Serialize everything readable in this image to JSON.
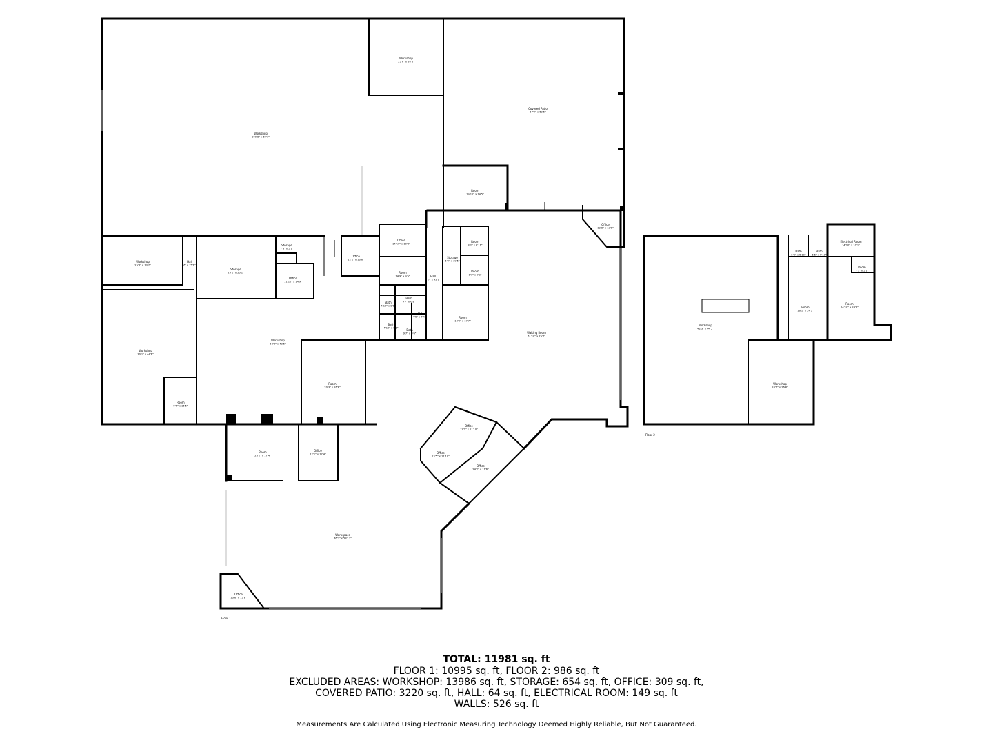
{
  "floors": [
    {
      "label": "Floor 1",
      "rooms": [
        {
          "id": "workshop-large",
          "name": "Workshop",
          "dims": "109'8\" x 69'7\""
        },
        {
          "id": "workshop-top",
          "name": "Workshop",
          "dims": "23'6\" x 24'8\""
        },
        {
          "id": "covered-patio",
          "name": "Covered Patio",
          "dims": "57'9\" x 62'5\""
        },
        {
          "id": "room-patio",
          "name": "Room",
          "dims": "19'11\" x 14'5\""
        },
        {
          "id": "office-ne",
          "name": "Office",
          "dims": "12'8\" x 13'8\""
        },
        {
          "id": "workshop-w",
          "name": "Workshop",
          "dims": "25'8\" x 13'7\""
        },
        {
          "id": "hall-w",
          "name": "Hall",
          "dims": "6' x 15'1\""
        },
        {
          "id": "storage-w",
          "name": "Storage",
          "dims": "25'1\" x 20'1\""
        },
        {
          "id": "storage-small",
          "name": "Storage",
          "dims": "7'3\" x 5'1\""
        },
        {
          "id": "office-w",
          "name": "Office",
          "dims": "11'10\" x 14'9\""
        },
        {
          "id": "office-c1",
          "name": "Office",
          "dims": "12'1\" x 13'6\""
        },
        {
          "id": "office-c2",
          "name": "Office",
          "dims": "14'10\" x 10'3\""
        },
        {
          "id": "room-c",
          "name": "Room",
          "dims": "14'9\" x 9'5\""
        },
        {
          "id": "hall-c",
          "name": "Hall",
          "dims": "7'7\" x 42'1\""
        },
        {
          "id": "storage-c",
          "name": "Storage",
          "dims": "5'9\" x 19'5\""
        },
        {
          "id": "room-s1",
          "name": "Room",
          "dims": "8'2\" x 8'11\""
        },
        {
          "id": "room-s2",
          "name": "Room",
          "dims": "8'1\" x 9'3\""
        },
        {
          "id": "bath-1",
          "name": "Bath",
          "dims": "4'10\" x 8'1\""
        },
        {
          "id": "bath-2",
          "name": "Bath",
          "dims": "9'7\" x 6'8\""
        },
        {
          "id": "bath-3",
          "name": "Bath",
          "dims": "4'10\" x 8'8\""
        },
        {
          "id": "bath-4",
          "name": "Bath",
          "dims": "9'7\" x 6'6\""
        },
        {
          "id": "hall-small",
          "name": "Hall",
          "dims": "4'6\" x 7'4\""
        },
        {
          "id": "room-mid",
          "name": "Room",
          "dims": "14'2\" x 17'7\""
        },
        {
          "id": "waiting-room",
          "name": "Waiting Room",
          "dims": "61'10\" x 75'7\""
        },
        {
          "id": "workshop-sw",
          "name": "Workshop",
          "dims": "30'1\" x 44'6\""
        },
        {
          "id": "workshop-c",
          "name": "Workshop",
          "dims": "58'8\" x 43'5\""
        },
        {
          "id": "room-sw",
          "name": "Room",
          "dims": "9'6\" x 15'5\""
        },
        {
          "id": "room-center",
          "name": "Room",
          "dims": "20'3\" x 26'8\""
        },
        {
          "id": "room-lower",
          "name": "Room",
          "dims": "23'2\" x 17'4\""
        },
        {
          "id": "office-lower",
          "name": "Office",
          "dims": "12'1\" x 17'4\""
        },
        {
          "id": "office-diag1",
          "name": "Office",
          "dims": "12'9\" x 11'10\""
        },
        {
          "id": "office-diag2",
          "name": "Office",
          "dims": "13'5\" x 11'10\""
        },
        {
          "id": "office-diag3",
          "name": "Office",
          "dims": "24'2\" x 11'6\""
        },
        {
          "id": "workspace",
          "name": "Workspace",
          "dims": "76'3\" x 58'11\""
        },
        {
          "id": "office-sw",
          "name": "Office",
          "dims": "13'6\" x 13'8\""
        }
      ]
    },
    {
      "label": "Floor 2",
      "rooms": [
        {
          "id": "f2-workshop",
          "name": "Workshop",
          "dims": "42'3\" x 64'5\""
        },
        {
          "id": "f2-workshop2",
          "name": "Workshop",
          "dims": "20'7\" x 26'8\""
        },
        {
          "id": "f2-bath1",
          "name": "Bath",
          "dims": "5'6\" x 6'10\""
        },
        {
          "id": "f2-bath2",
          "name": "Bath",
          "dims": "6'5\" x 6'10\""
        },
        {
          "id": "f2-electrical",
          "name": "Electrical Room",
          "dims": "14'10\" x 10'1\""
        },
        {
          "id": "f2-room-small",
          "name": "Room",
          "dims": "7'1\" x 5'1\""
        },
        {
          "id": "f2-room1",
          "name": "Room",
          "dims": "16'1\" x 24'3\""
        },
        {
          "id": "f2-room2",
          "name": "Room",
          "dims": "14'10\" x 24'8\""
        }
      ]
    }
  ],
  "summary": {
    "total": "TOTAL: 11981 sq. ft",
    "floors_line": "FLOOR 1: 10995 sq. ft, FLOOR 2: 986 sq. ft",
    "excluded_line1": "EXCLUDED AREAS: WORKSHOP: 13986 sq. ft, STORAGE: 654 sq. ft, OFFICE: 309 sq. ft,",
    "excluded_line2": "COVERED PATIO: 3220 sq. ft, HALL: 64 sq. ft, ELECTRICAL ROOM: 149 sq. ft",
    "walls_line": "WALLS: 526 sq. ft",
    "disclaimer": "Measurements Are Calculated Using Electronic Measuring Technology Deemed Highly Reliable, But Not Guaranteed."
  }
}
